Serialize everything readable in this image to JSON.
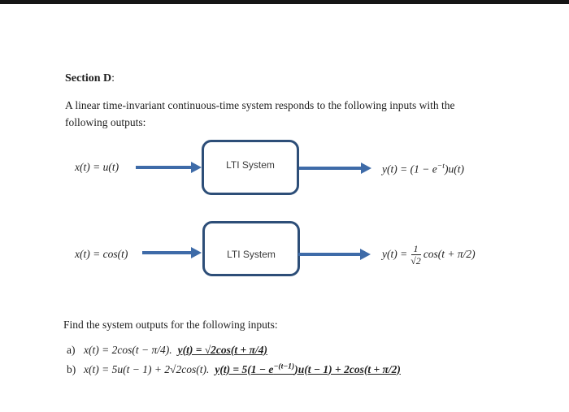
{
  "document": {
    "heading": {
      "bold": "Section D",
      "colon": ":"
    },
    "intro_line1": "A linear time-invariant continuous-time system responds to the following inputs with the",
    "intro_line2": "following outputs:",
    "find_prompt": "Find the system outputs for the following inputs:"
  },
  "diagrams": [
    {
      "input_label": "x(t) = u(t)",
      "box_label": "LTI System",
      "output": {
        "pre": "y(t) = (1 − e",
        "sup": "−t",
        "post": ")u(t)"
      }
    },
    {
      "input_label": "x(t) = cos(t)",
      "box_label": "LTI System",
      "output": {
        "pre": "y(t) =",
        "frac_num": "1",
        "frac_den": "√2",
        "post": "cos(t + π/2)"
      }
    }
  ],
  "problems": [
    {
      "label": "a)",
      "given": "x(t) = 2cos(t − π/4).",
      "answer_pre": "y(t) = √2cos(t + π/4)",
      "answer_sup": "",
      "answer_post": ""
    },
    {
      "label": "b)",
      "given": "x(t) = 5u(t − 1) + 2√2cos(t).",
      "answer_pre": "y(t) = 5(1 − e",
      "answer_sup": "−(t−1)",
      "answer_post": ")u(t − 1) + 2cos(t + π/2)"
    }
  ],
  "colors": {
    "arrow_blue": "#3e6ba8",
    "box_border_blue": "#2d4e78",
    "text_black": "#1f1f1f",
    "top_bar": "#161616",
    "page_background": "#ffffff"
  }
}
